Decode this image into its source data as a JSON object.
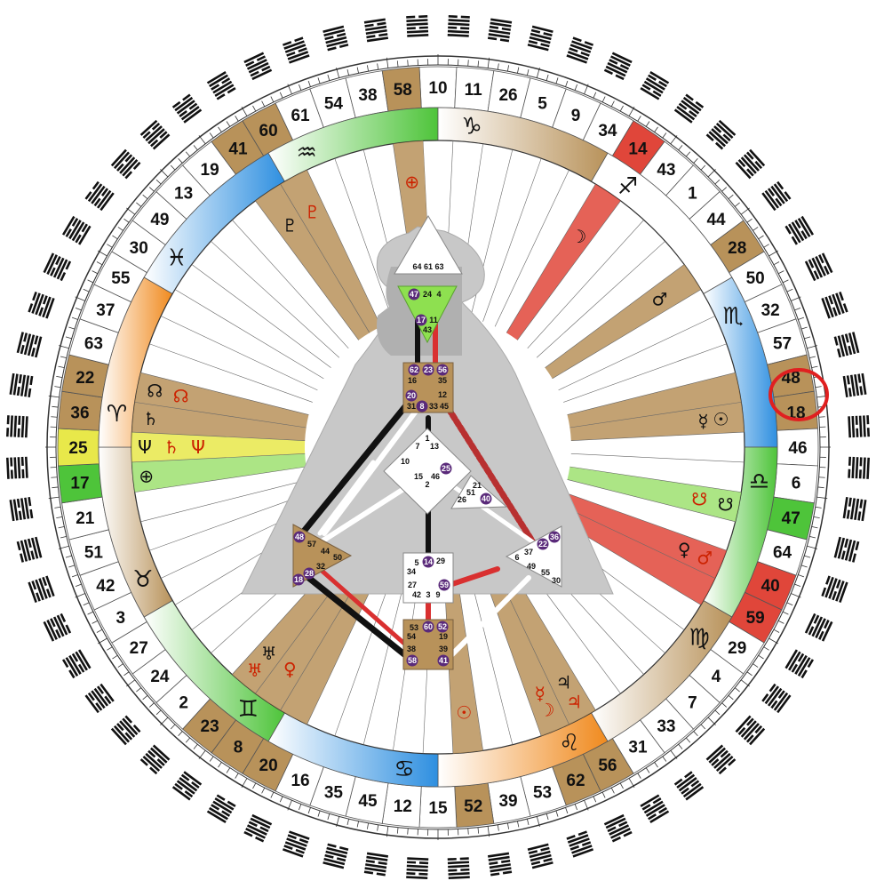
{
  "outer_gates": [
    {
      "g": "10",
      "fill": "#ffffff"
    },
    {
      "g": "11",
      "fill": "#ffffff"
    },
    {
      "g": "26",
      "fill": "#ffffff"
    },
    {
      "g": "5",
      "fill": "#ffffff"
    },
    {
      "g": "9",
      "fill": "#ffffff"
    },
    {
      "g": "34",
      "fill": "#ffffff"
    },
    {
      "g": "14",
      "fill": "#e0463a"
    },
    {
      "g": "43",
      "fill": "#ffffff"
    },
    {
      "g": "1",
      "fill": "#ffffff"
    },
    {
      "g": "44",
      "fill": "#ffffff"
    },
    {
      "g": "28",
      "fill": "#b8925a"
    },
    {
      "g": "50",
      "fill": "#ffffff"
    },
    {
      "g": "32",
      "fill": "#ffffff"
    },
    {
      "g": "57",
      "fill": "#ffffff"
    },
    {
      "g": "48",
      "fill": "#b8925a"
    },
    {
      "g": "18",
      "fill": "#b8925a"
    },
    {
      "g": "46",
      "fill": "#ffffff"
    },
    {
      "g": "6",
      "fill": "#ffffff"
    },
    {
      "g": "47",
      "fill": "#4ec43a"
    },
    {
      "g": "64",
      "fill": "#ffffff"
    },
    {
      "g": "40",
      "fill": "#e0463a"
    },
    {
      "g": "59",
      "fill": "#e0463a"
    },
    {
      "g": "29",
      "fill": "#ffffff"
    },
    {
      "g": "4",
      "fill": "#ffffff"
    },
    {
      "g": "7",
      "fill": "#ffffff"
    },
    {
      "g": "33",
      "fill": "#ffffff"
    },
    {
      "g": "31",
      "fill": "#ffffff"
    },
    {
      "g": "56",
      "fill": "#b8925a"
    },
    {
      "g": "62",
      "fill": "#b8925a"
    },
    {
      "g": "53",
      "fill": "#ffffff"
    },
    {
      "g": "39",
      "fill": "#ffffff"
    },
    {
      "g": "52",
      "fill": "#b8925a"
    },
    {
      "g": "15",
      "fill": "#ffffff"
    },
    {
      "g": "12",
      "fill": "#ffffff"
    },
    {
      "g": "45",
      "fill": "#ffffff"
    },
    {
      "g": "35",
      "fill": "#ffffff"
    },
    {
      "g": "16",
      "fill": "#ffffff"
    },
    {
      "g": "20",
      "fill": "#b8925a"
    },
    {
      "g": "8",
      "fill": "#b8925a"
    },
    {
      "g": "23",
      "fill": "#b8925a"
    },
    {
      "g": "2",
      "fill": "#ffffff"
    },
    {
      "g": "24",
      "fill": "#ffffff"
    },
    {
      "g": "27",
      "fill": "#ffffff"
    },
    {
      "g": "3",
      "fill": "#ffffff"
    },
    {
      "g": "42",
      "fill": "#ffffff"
    },
    {
      "g": "51",
      "fill": "#ffffff"
    },
    {
      "g": "21",
      "fill": "#ffffff"
    },
    {
      "g": "17",
      "fill": "#4ec43a"
    },
    {
      "g": "25",
      "fill": "#e8e84a"
    },
    {
      "g": "36",
      "fill": "#b8925a"
    },
    {
      "g": "22",
      "fill": "#b8925a"
    },
    {
      "g": "63",
      "fill": "#ffffff"
    },
    {
      "g": "37",
      "fill": "#ffffff"
    },
    {
      "g": "55",
      "fill": "#ffffff"
    },
    {
      "g": "30",
      "fill": "#ffffff"
    },
    {
      "g": "49",
      "fill": "#ffffff"
    },
    {
      "g": "13",
      "fill": "#ffffff"
    },
    {
      "g": "19",
      "fill": "#ffffff"
    },
    {
      "g": "41",
      "fill": "#b8925a"
    },
    {
      "g": "60",
      "fill": "#b8925a"
    },
    {
      "g": "61",
      "fill": "#ffffff"
    },
    {
      "g": "54",
      "fill": "#ffffff"
    },
    {
      "g": "38",
      "fill": "#ffffff"
    },
    {
      "g": "58",
      "fill": "#b8925a"
    }
  ],
  "zodiac": [
    {
      "glyph": "♐",
      "color": "#ffffff"
    },
    {
      "glyph": "♏",
      "color": "#2e8fe0"
    },
    {
      "glyph": "♎",
      "color": "#4ec43a"
    },
    {
      "glyph": "♍",
      "color": "#b8925a"
    },
    {
      "glyph": "♌",
      "color": "#f08a1e"
    },
    {
      "glyph": "♋",
      "color": "#2e8fe0"
    },
    {
      "glyph": "♊",
      "color": "#4ec43a"
    },
    {
      "glyph": "♉",
      "color": "#b8925a"
    },
    {
      "glyph": "♈",
      "color": "#f08a1e"
    },
    {
      "glyph": "♓",
      "color": "#2e8fe0"
    },
    {
      "glyph": "♒",
      "color": "#4ec43a"
    },
    {
      "glyph": "♑",
      "color": "#b8925a"
    }
  ],
  "planets": [
    {
      "glyph": "⊕",
      "color": "#cc2200"
    },
    {
      "glyph": "☽",
      "color": "#111111"
    },
    {
      "glyph": "♂",
      "color": "#111111"
    },
    {
      "glyph": "☿",
      "color": "#111111"
    },
    {
      "glyph": "☉",
      "color": "#111111"
    },
    {
      "glyph": "☋",
      "color": "#cc2200"
    },
    {
      "glyph": "☋",
      "color": "#111111"
    },
    {
      "glyph": "♀",
      "color": "#111111"
    },
    {
      "glyph": "♂",
      "color": "#cc2200"
    },
    {
      "glyph": "☿",
      "color": "#cc2200"
    },
    {
      "glyph": "☽",
      "color": "#cc2200"
    },
    {
      "glyph": "♃",
      "color": "#111111"
    },
    {
      "glyph": "♃",
      "color": "#cc2200"
    },
    {
      "glyph": "☉",
      "color": "#cc2200"
    },
    {
      "glyph": "♅",
      "color": "#111111"
    },
    {
      "glyph": "♅",
      "color": "#cc2200"
    },
    {
      "glyph": "♀",
      "color": "#cc2200"
    },
    {
      "glyph": "⊕",
      "color": "#111111"
    },
    {
      "glyph": "Ψ",
      "color": "#111111"
    },
    {
      "glyph": "♄",
      "color": "#cc2200"
    },
    {
      "glyph": "Ψ",
      "color": "#cc2200"
    },
    {
      "glyph": "♄",
      "color": "#111111"
    },
    {
      "glyph": "☊",
      "color": "#111111"
    },
    {
      "glyph": "☊",
      "color": "#cc2200"
    },
    {
      "glyph": "♇",
      "color": "#cc2200"
    },
    {
      "glyph": "♇",
      "color": "#111111"
    }
  ],
  "bodygraph": {
    "head_gates": "64 61 63",
    "ajna_gates": [
      "47",
      "24",
      "4",
      "17",
      "11",
      "43"
    ],
    "throat_gates": [
      "62",
      "23",
      "56",
      "16",
      "35",
      "12",
      "20",
      "31",
      "8",
      "33",
      "45"
    ],
    "g_gates": [
      "1",
      "7",
      "13",
      "10",
      "15",
      "46",
      "2",
      "25"
    ],
    "heart_gates": [
      "21",
      "51",
      "26",
      "40"
    ],
    "spleen_gates": [
      "48",
      "57",
      "44",
      "50",
      "32",
      "28",
      "18"
    ],
    "sacral_gates": [
      "5",
      "14",
      "29",
      "34",
      "27",
      "59",
      "42",
      "3",
      "9"
    ],
    "esp_gates": [
      "36",
      "22",
      "37",
      "6",
      "49",
      "55",
      "30"
    ],
    "root_gates": [
      "53",
      "60",
      "52",
      "54",
      "19",
      "38",
      "39",
      "58",
      "41"
    ]
  },
  "highlight_gate": "18",
  "colors": {
    "tan": "#b8925a",
    "red": "#e0463a",
    "green": "#4ec43a",
    "blue": "#2e8fe0",
    "orange": "#f08a1e",
    "yellow": "#e8e84a",
    "highlight": "#e02020"
  }
}
